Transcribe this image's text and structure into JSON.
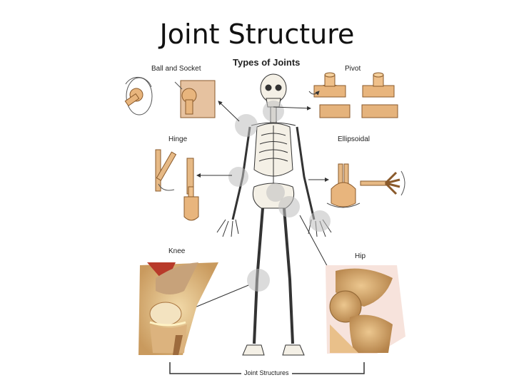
{
  "slide": {
    "title": "Joint Structure"
  },
  "diagram": {
    "heading": "Types of Joints",
    "labels": {
      "ball_and_socket": "Ball and Socket",
      "pivot": "Pivot",
      "hinge": "Hinge",
      "ellipsoidal": "Ellipsoidal",
      "knee": "Knee",
      "hip": "Hip"
    },
    "footer": "Joint Structures"
  },
  "colors": {
    "bone": "#f4f0e6",
    "tan": "#d9a36b",
    "tan_dark": "#a8743f",
    "highlight": "#bdbdbd",
    "knee_flesh": "#e8c89a",
    "knee_red": "#b83a2a",
    "hip_bone": "#d9b27a"
  }
}
